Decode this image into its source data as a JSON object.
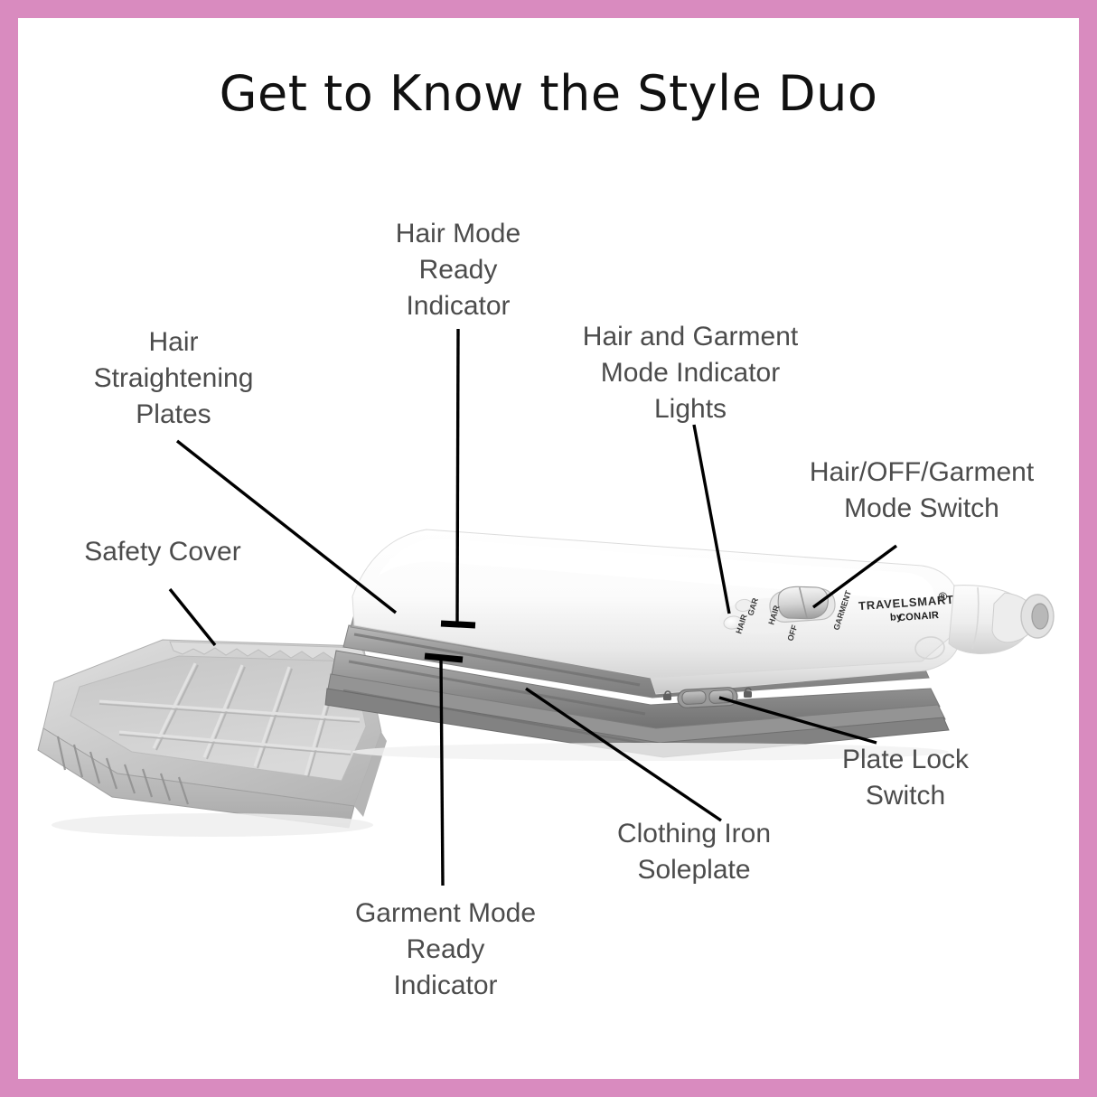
{
  "page": {
    "title": "Get to Know the Style Duo",
    "border_color": "#d98bbf",
    "background_color": "#ffffff",
    "label_color": "#4c4c4c",
    "leader_color": "#000000"
  },
  "callouts": [
    {
      "id": "hair-mode-ready-indicator",
      "lines": [
        "Hair Mode",
        "Ready",
        "Indicator"
      ]
    },
    {
      "id": "hair-and-garment-mode-indicator-lights",
      "lines": [
        "Hair and Garment",
        "Mode Indicator",
        "Lights"
      ]
    },
    {
      "id": "hair-off-garment-mode-switch",
      "lines": [
        "Hair/OFF/Garment",
        "Mode Switch"
      ]
    },
    {
      "id": "hair-straightening-plates",
      "lines": [
        "Hair",
        "Straightening",
        "Plates"
      ]
    },
    {
      "id": "safety-cover",
      "lines": [
        "Safety Cover"
      ]
    },
    {
      "id": "plate-lock-switch",
      "lines": [
        "Plate Lock",
        "Switch"
      ]
    },
    {
      "id": "clothing-iron-soleplate",
      "lines": [
        "Clothing Iron",
        "Soleplate"
      ]
    },
    {
      "id": "garment-mode-ready-indicator",
      "lines": [
        "Garment Mode",
        "Ready",
        "Indicator"
      ]
    }
  ],
  "product": {
    "brand_primary": "TRAVELSMART",
    "brand_registered": "®",
    "brand_secondary_prefix": "by",
    "brand_secondary": "CONAIR",
    "indicator_labels": [
      "HAIR",
      "GAR"
    ],
    "switch_positions": [
      "HAIR",
      "OFF",
      "GARMENT"
    ],
    "body_color": "#f3f3f3",
    "plate_color": "#8e8e8e",
    "cover_color": "#c9c9c9"
  }
}
